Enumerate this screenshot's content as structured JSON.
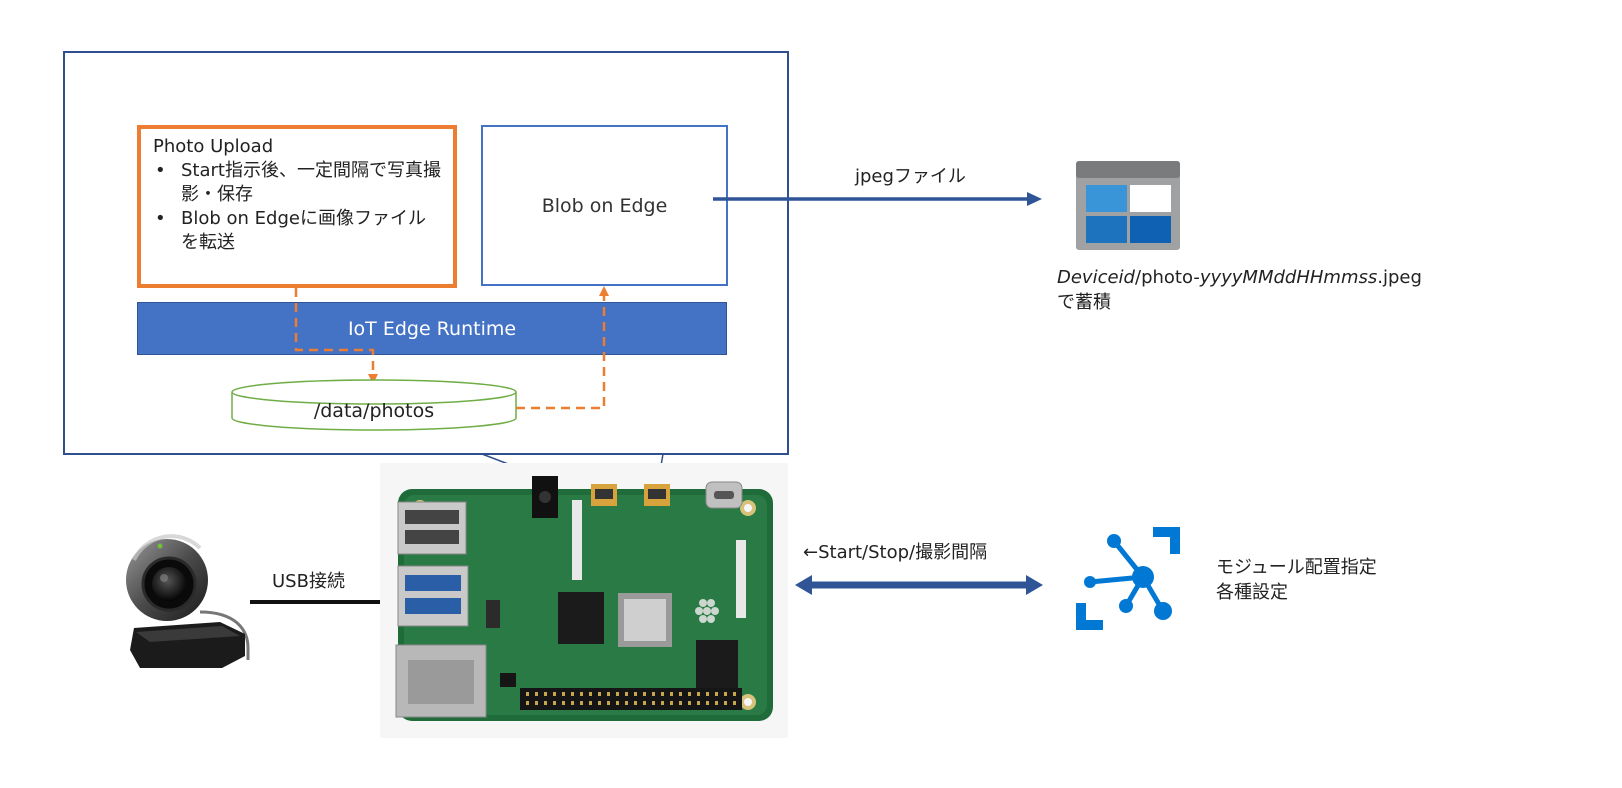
{
  "device": {
    "photo_upload": {
      "title": "Photo Upload",
      "bullets": [
        "Start指示後、一定間隔で写真撮影・保存",
        "Blob on Edgeに画像ファイルを転送"
      ]
    },
    "blob_on_edge": "Blob on Edge",
    "runtime": "IoT Edge Runtime",
    "volume": "/data/photos"
  },
  "arrows": {
    "jpeg": "jpegファイル",
    "usb": "USB接続",
    "control": "←Start/Stop/撮影間隔"
  },
  "storage": {
    "path_italic_1": "Deviceid",
    "path_plain_1": "/photo-",
    "path_italic_2": "yyyyMMddHHmmss",
    "path_plain_2": ".jpeg",
    "suffix": "で蓄積",
    "icon": "storage-account-icon"
  },
  "iot_hub": {
    "line1": "モジュール配置指定",
    "line2": "各種設定",
    "icon": "iot-hub-icon"
  },
  "hardware": {
    "camera_icon": "webcam-icon",
    "board_icon": "raspberry-pi-icon"
  },
  "colors": {
    "frame": "#2f4f8f",
    "module_orange": "#ed7d31",
    "module_blue": "#4472c4",
    "volume_green": "#70ad47",
    "arrow_blue": "#2f5597",
    "azure_blue": "#0078d4"
  }
}
